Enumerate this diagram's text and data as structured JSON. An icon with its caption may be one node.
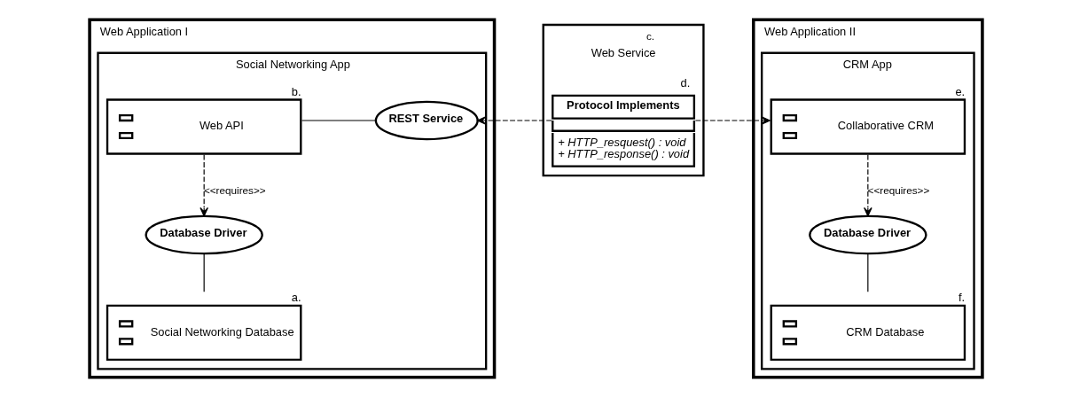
{
  "diagram": {
    "nodes": [
      {
        "text": [
          "Web Application I"
        ]
      },
      {
        "text": [
          "Social Networking App"
        ],
        "in": 0
      },
      {
        "text": [
          "Web API"
        ],
        "beside": [
          "b."
        ],
        "in": 1
      },
      {
        "text": [
          "REST Service"
        ],
        "in": 1
      },
      {
        "text": [
          "Database Driver"
        ],
        "in": 1
      },
      {
        "text": [
          "Social Networking Database"
        ],
        "beside": [
          "a."
        ],
        "in": 1
      },
      {
        "text": [
          "Web Service"
        ],
        "beside": [
          "c."
        ]
      },
      {
        "text": [
          "Protocol Implements",
          "+ HTTP_resquest() : void",
          "+ HTTP_response() : void"
        ],
        "beside": [
          "d."
        ],
        "in": 6
      },
      {
        "text": [
          "Web Application II"
        ]
      },
      {
        "text": [
          "CRM App"
        ],
        "in": 8
      },
      {
        "text": [
          "Collaborative CRM"
        ],
        "beside": [
          "e."
        ],
        "in": 9
      },
      {
        "text": [
          "Database Driver"
        ],
        "in": 9
      },
      {
        "text": [
          "CRM Database"
        ],
        "beside": [
          "f."
        ],
        "in": 9
      }
    ],
    "edges": [
      {
        "from": 2,
        "to": 3,
        "arrow": "none"
      },
      {
        "from": 7,
        "to": 3,
        "arrow": "to",
        "style": "dashed"
      },
      {
        "from": 2,
        "to": 4,
        "arrow": "to",
        "style": "dashed",
        "label": "<<requires>>"
      },
      {
        "from": 4,
        "to": 5,
        "arrow": "none"
      },
      {
        "from": 7,
        "to": 10,
        "arrow": "to",
        "style": "dashed"
      },
      {
        "from": 10,
        "to": 11,
        "arrow": "to",
        "style": "dashed",
        "label": "<<requires>>"
      },
      {
        "from": 11,
        "to": 12,
        "arrow": "none"
      }
    ]
  }
}
